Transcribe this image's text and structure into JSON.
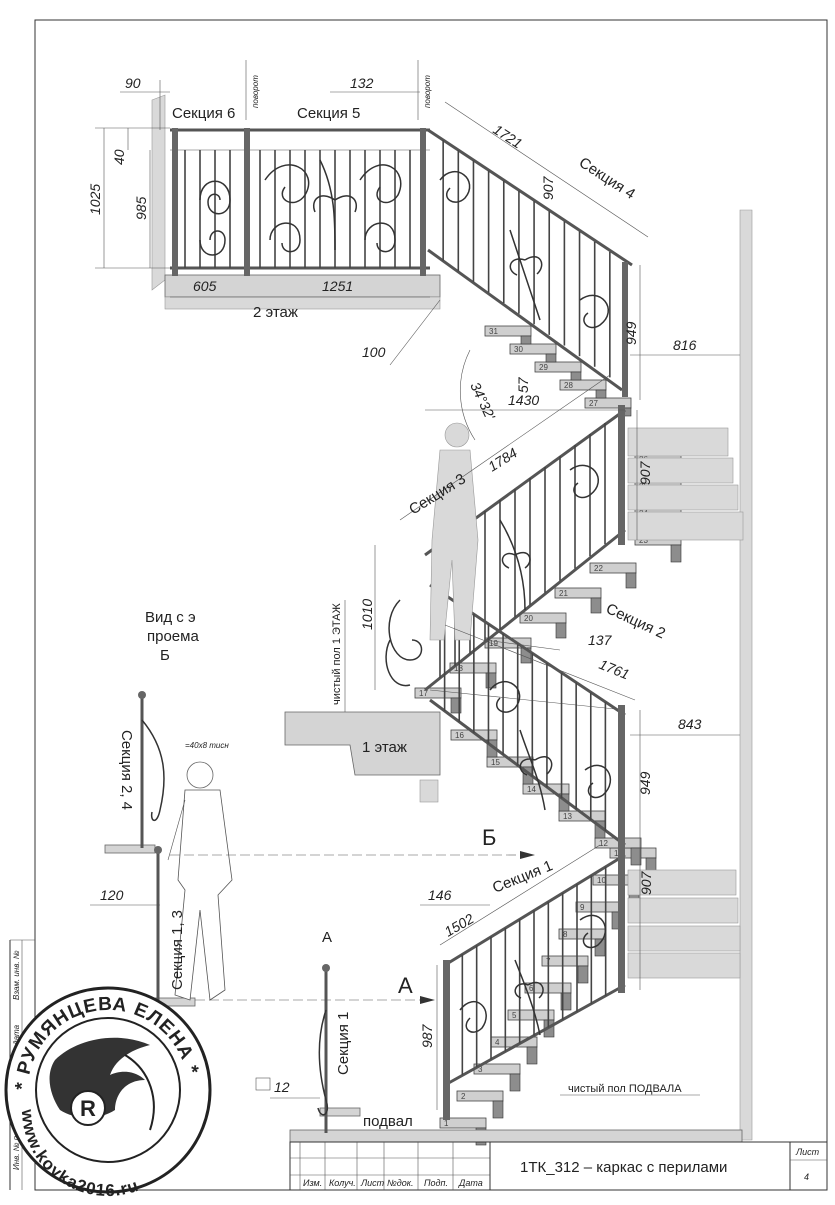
{
  "sections": {
    "s6": "Секция 6",
    "s5": "Секция 5",
    "s4": "Секция 4",
    "s3": "Секция 3",
    "s2": "Секция 2",
    "s1": "Секция 1",
    "s24": "Секция 2, 4",
    "s13": "Секция 1, 3",
    "s1b": "Секция 1"
  },
  "rotation_label": "поворот",
  "dims": {
    "d90": "90",
    "d132": "132",
    "d1721": "1721",
    "d907a": "907",
    "d40": "40",
    "d985": "985",
    "d1025": "1025",
    "d605": "605",
    "d1251": "1251",
    "d949a": "949",
    "d816": "816",
    "d100": "100",
    "d57": "57",
    "d1430": "1430",
    "dangle": "34°32'",
    "d1784": "1784",
    "d907b": "907",
    "d1010": "1010",
    "d137": "137",
    "d1761": "1761",
    "d843": "843",
    "d949b": "949",
    "d120": "120",
    "d146": "146",
    "d1502": "1502",
    "d907c": "907",
    "d987": "987",
    "d12": "12",
    "bar": "=40x8 тисн"
  },
  "labels": {
    "floor2": "2 этаж",
    "floor1": "1 этаж",
    "clean_floor1": "чистый пол 1 ЭТАЖ",
    "clean_basement": "чистый пол ПОДВАЛА",
    "basement": "подвал",
    "view_l1": "Вид с э",
    "view_l2": "проема",
    "view_l3": "Б",
    "mark_b": "Б",
    "mark_a": "А",
    "mark_a_small": "А"
  },
  "steps": [
    "1",
    "2",
    "3",
    "4",
    "5",
    "6",
    "7",
    "8",
    "9",
    "10",
    "11",
    "12",
    "13",
    "14",
    "15",
    "16",
    "17",
    "18",
    "19",
    "20",
    "21",
    "22",
    "23",
    "24",
    "25",
    "26",
    "27",
    "28",
    "29",
    "30",
    "31"
  ],
  "title_block": {
    "drawing_title": "1ТК_312 –   каркас с перилами",
    "sheet_label": "Лист",
    "sheet_no": "4",
    "cols": [
      "Изм.",
      "Колуч.",
      "Лист",
      "№док.",
      "Подп.",
      "Дата"
    ],
    "side_1": "Взам. инв. №",
    "side_2": "Подп. и дата",
    "side_3": "Инв. № подл."
  },
  "stamp": {
    "text_top": "* РУМЯНЦЕВА ЕЛЕНА *",
    "text_bottom": "www.kovka2016.ru",
    "center_letter": "R"
  }
}
